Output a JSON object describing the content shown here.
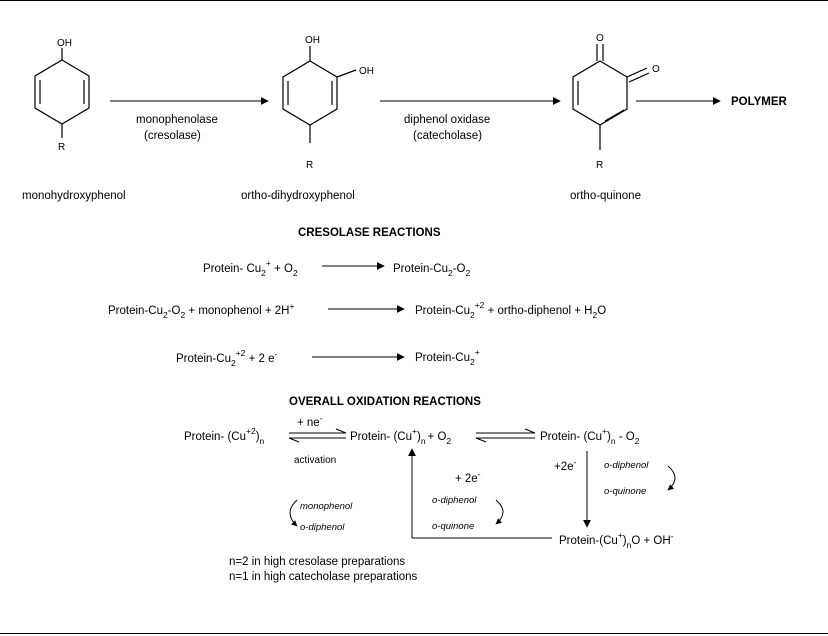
{
  "top": {
    "monohydroxyphenol": {
      "oh": "OH",
      "r": "R",
      "name": "monohydroxyphenol"
    },
    "step1": {
      "enzyme": "monophenolase",
      "alias": "(cresolase)"
    },
    "diphenol": {
      "oh1": "OH",
      "oh2": "OH",
      "r": "R",
      "name": "ortho-dihydroxyphenol"
    },
    "step2": {
      "enzyme": "diphenol oxidase",
      "alias": "(catecholase)"
    },
    "quinone": {
      "o1": "O",
      "o2": "O",
      "r": "R",
      "name": "ortho-quinone"
    },
    "polymer": "POLYMER"
  },
  "cresolase": {
    "heading": "CRESOLASE REACTIONS",
    "r1": {
      "lhs_a": "Protein- Cu",
      "sub2": "2",
      "sup": "+",
      "lhs_b": " + O",
      "subO": "2",
      "rhs": "Protein-Cu",
      "rhs_sub": "2",
      "rhs_b": "-O",
      "rhs_sub2": "2"
    },
    "r2": {
      "lhs_a": "Protein-Cu",
      "sub2": "2",
      "lhs_b": "-O",
      "subO": "2",
      "lhs_c": " + monophenol + 2H",
      "sup": "+",
      "rhs": "Protein-Cu",
      "rhs_sub": "2",
      "rhs_sup": "+2",
      "rhs_b": " + ortho-diphenol + H",
      "rhs_sub2": "2",
      "rhs_c": "O"
    },
    "r3": {
      "lhs_a": "Protein-Cu",
      "sub2": "2",
      "sup": "+2",
      "lhs_b": " + 2 e",
      "sup_e": "-",
      "rhs": "Protein-Cu",
      "rhs_sub": "2",
      "rhs_sup": "+"
    }
  },
  "overall": {
    "heading": "OVERALL OXIDATION REACTIONS",
    "left": {
      "a": "Protein- (Cu",
      "sup": "+2",
      "b": ")",
      "sub": "n"
    },
    "plus_ne": {
      "a": "+ ne",
      "sup": "-"
    },
    "activation": "activation",
    "center": {
      "a": "Protein- (Cu",
      "sup": "+",
      "b": ")",
      "sub": "n",
      "c": "+ O",
      "sub2": "2"
    },
    "right": {
      "a": "Protein- (Cu",
      "sup": "+",
      "b": ")",
      "sub": "n",
      "c": " - O",
      "sub2": "2"
    },
    "plus2e_right": {
      "a": "+2e",
      "sup": "-"
    },
    "odiphenol_r": "o-diphenol",
    "oquinone_r": "o-quinone",
    "bottom": {
      "a": "Protein-(Cu",
      "sup": "+",
      "b": ")",
      "sub": "n",
      "c": "O + OH",
      "sup2": "-"
    },
    "plus2e_mid": {
      "a": "+ 2e",
      "sup": "-"
    },
    "odiphenol_m": "o-diphenol",
    "oquinone_m": "o-quinone",
    "monophenol_l": "monophenol",
    "odiphenol_l": "o-diphenol",
    "note1": "n=2 in high cresolase preparations",
    "note2": "n=1 in high catecholase preparations"
  }
}
